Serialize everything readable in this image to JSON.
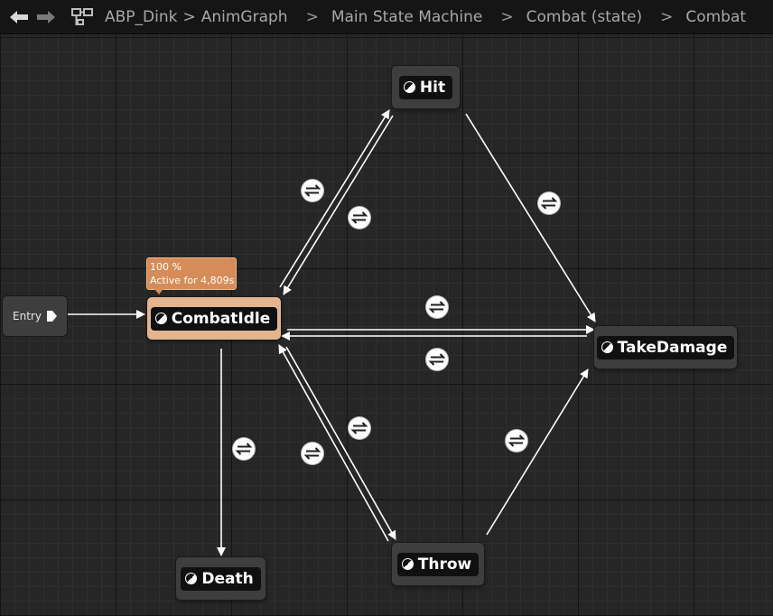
{
  "breadcrumb": {
    "items": [
      "ABP_Dink",
      "AnimGraph",
      "Main State Machine",
      "Combat (state)",
      "Combat"
    ],
    "separator": ">"
  },
  "graph": {
    "entry_label": "Entry",
    "states": {
      "combat_idle": "CombatIdle",
      "hit": "Hit",
      "take_damage": "TakeDamage",
      "throw": "Throw",
      "death": "Death"
    },
    "active_state": "CombatIdle",
    "debug": {
      "weight": "100 %",
      "active_time": "Active for 4,809s"
    }
  },
  "colors": {
    "background": "#262626",
    "active_node": "#e3b48d",
    "debug_bubble": "#d68c58",
    "wire": "#ffffff"
  }
}
